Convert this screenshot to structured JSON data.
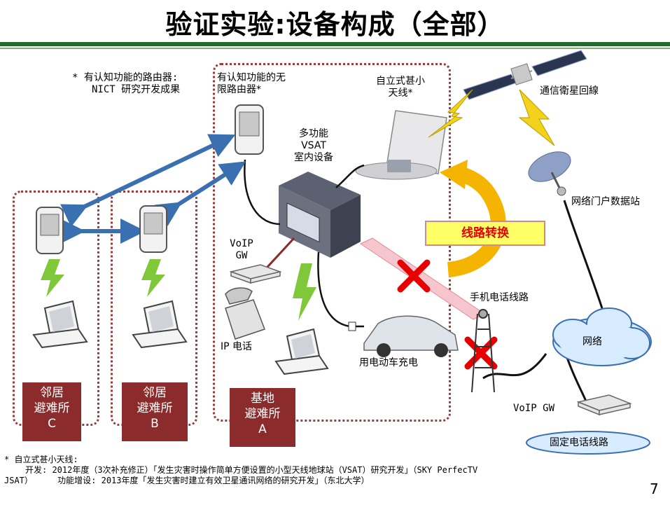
{
  "slide": {
    "title": "验证实验:设备构成（全部）",
    "page_number": "7"
  },
  "notes": {
    "router_note_line1": "* 有认知功能的路由器:",
    "router_note_line2": "NICT 研究开发成果"
  },
  "labels": {
    "cognitive_router_line1": "有认知功能的无",
    "cognitive_router_line2": "限路由器*",
    "antenna_line1": "自立式甚小",
    "antenna_line2": "天线*",
    "vsat_line1": "多功能",
    "vsat_line2": "VSAT",
    "vsat_line3": "室内设备",
    "satellite": "通信衛星回線",
    "gateway_station": "网络门户数据站",
    "line_switch": "线路转换",
    "voip_line1": "VoIP",
    "voip_line2": "GW",
    "ip_phone": "IP 电话",
    "mobile_line": "手机电话线路",
    "network": "网络",
    "ev_charging": "用电动车充电",
    "voip_gw": "VoIP GW",
    "fixed_line": "固定电话线路"
  },
  "shelters": {
    "c": {
      "line1": "邻居",
      "line2": "避难所",
      "line3": "C"
    },
    "b": {
      "line1": "邻居",
      "line2": "避难所",
      "line3": "B"
    },
    "a": {
      "line1": "基地",
      "line2": "避难所",
      "line3": "A"
    }
  },
  "footnote": {
    "line1": "* 自立式甚小天线:",
    "line2": "开发: 2012年度（3次补充修正）「发生灾害时操作简单方便设置的小型天线地球站（VSAT）研究开发」（SKY PerfecTV",
    "line3_a": "JSAT）",
    "line3_b": "功能增设: 2013年度「发生灾害时建立有效卫星通讯网络的研究开发」（东北大学）"
  },
  "colors": {
    "title_rule": "#1f6b2e",
    "zone_border": "#9a3b3b",
    "shelter_fill": "#8b2b2b",
    "link_arrow": "#3a6fb0",
    "wireless_bolt": "#7ec83a",
    "satellite_bolt": "#f2d21a",
    "cut_mark": "#e60000",
    "switch_arrow": "#f5b400",
    "switch_box": "#ffff66"
  }
}
